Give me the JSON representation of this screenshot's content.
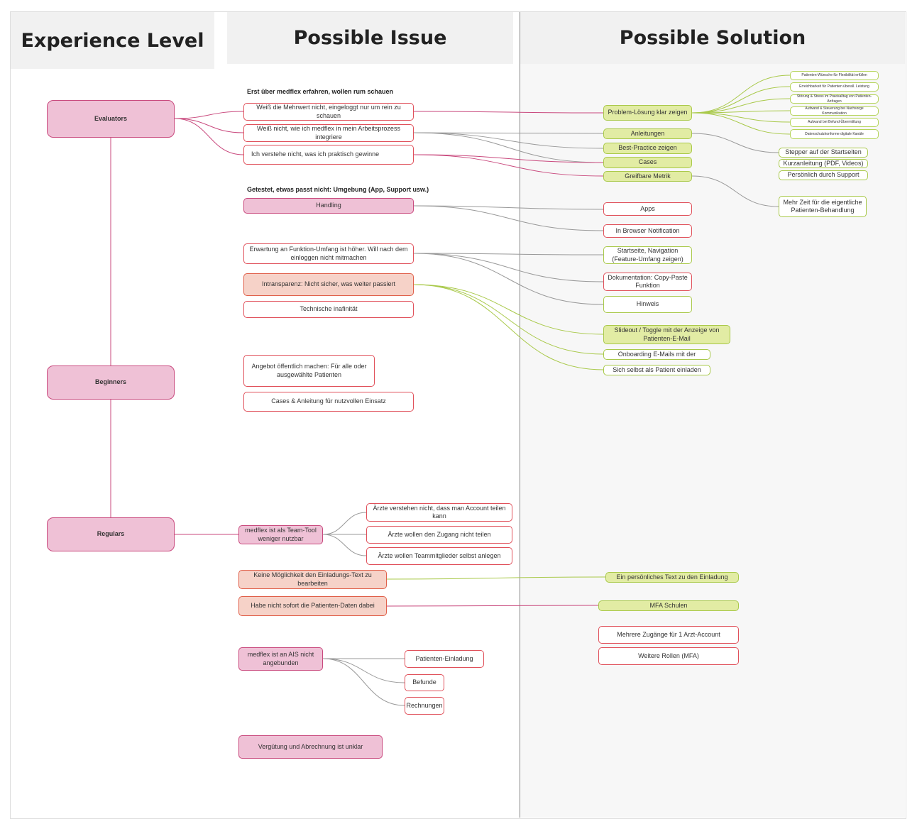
{
  "headers": {
    "experience": "Experience Level",
    "issue": "Possible Issue",
    "solution": "Possible Solution"
  },
  "levels": {
    "evaluators": "Evaluators",
    "beginners": "Beginners",
    "regulars": "Regulars"
  },
  "issues": {
    "section1": "Erst über medflex erfahren, wollen rum schauen",
    "i1": "Weiß die Mehrwert nicht, eingeloggt nur um rein zu schauen",
    "i2": "Weiß nicht, wie ich medflex in mein Arbeitsprozess integriere",
    "i3": "Ich verstehe nicht, was ich praktisch gewinne",
    "section2": "Getestet, etwas passt nicht: Umgebung (App, Support usw.)",
    "handling": "Handling",
    "erwartung": "Erwartung an Funktion-Umfang ist höher. Will nach dem einloggen nicht mitmachen",
    "intransparenz": "Intransparenz: Nicht sicher, was weiter passiert",
    "technische": "Technische inafinität",
    "angebot": "Angebot öffentlich machen: Für alle oder ausgewählte Patienten",
    "cases_anleitung": "Cases & Anleitung für nutzvollen Einsatz",
    "teamtool": "medflex ist als Team-Tool weniger nutzbar",
    "aerzte1": "Ärzte verstehen nicht, dass man Account teilen kann",
    "aerzte2": "Ärzte wollen den Zugang nicht teilen",
    "aerzte3": "Ärzte wollen Teammitglieder selbst anlegen",
    "einladungstext": "Keine Möglichkeit den Einladungs-Text zu bearbeiten",
    "patientendaten": "Habe nicht sofort die Patienten-Daten dabei",
    "ais": "medflex ist an AIS nicht angebunden",
    "patienteneinladung": "Patienten-Einladung",
    "befunde": "Befunde",
    "rechnungen": "Rechnungen",
    "verguetung": "Vergütung und Abrechnung ist unklar"
  },
  "solutions": {
    "problem": "Problem-Lösung klar zeigen",
    "anleitungen": "Anleitungen",
    "bestpractice": "Best-Practice zeigen",
    "cases": "Cases",
    "metrik": "Greifbare Metrik",
    "apps": "Apps",
    "browser": "In Browser Notification",
    "startseite": "Startseite, Navigation (Feature-Umfang zeigen)",
    "doku": "Dokumentation: Copy-Paste Funktion",
    "hinweis": "Hinweis",
    "slideout": "Slideout / Toggle mit der Anzeige von Patienten-E-Mail",
    "onboarding": "Onboarding E-Mails mit der",
    "selbst": "Sich selbst als Patient einladen",
    "t1": "Patienten-Wünsche für Flexibilität erfüllen",
    "t2": "Erreichbarkeit für Patienten überall. Leistung",
    "t3": "Störung & Stress im Praxisalltag von Patienten-Anfragen",
    "t4": "Aufwand & Steuerung bei Nachsorge Kommunikation",
    "t5": "Aufwand bei Befund-Übermittlung",
    "t6": "Datenschutzkonforme digitale Kanäle",
    "stepper": "Stepper auf der Startseiten",
    "kurz": "Kurzanleitung (PDF, Videos)",
    "support": "Persönlich durch Support",
    "mehrzeit": "Mehr Zeit für die eigentliche Patienten-Behandlung",
    "einladung": "Ein persönliches Text zu den Einladung",
    "mfa": "MFA Schulen",
    "zugaenge": "Mehrere Zugänge für 1 Arzt-Account",
    "rollen": "Weitere Rollen (MFA)"
  },
  "colors": {
    "pink": "#c94a7e",
    "green": "#a9c94a",
    "grey": "#999999",
    "red": "#e0505a"
  }
}
